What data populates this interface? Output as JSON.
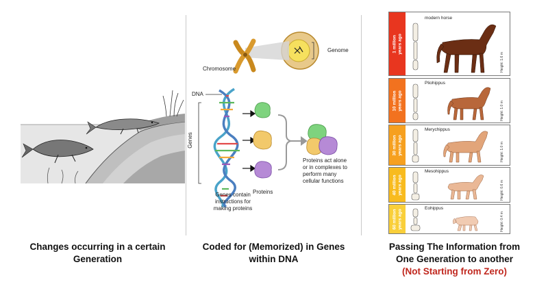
{
  "panels": {
    "left": {
      "caption_line1": "Changes occurring in a certain",
      "caption_line2": "Generation"
    },
    "middle": {
      "labels": {
        "genome": "Genome",
        "chromosome": "Chromosome",
        "dna": "DNA",
        "genes": "Genes",
        "proteins": "Proteins",
        "genes_note_1": "Genes contain",
        "genes_note_2": "instructions for",
        "genes_note_3": "making proteins",
        "proteins_note_1": "Proteins act alone",
        "proteins_note_2": "or in complexes to",
        "proteins_note_3": "perform many",
        "proteins_note_4": "cellular functions"
      },
      "caption_line1": "Coded for (Memorized) in Genes",
      "caption_line2": "within DNA"
    },
    "right": {
      "rows": [
        {
          "era_line1": "1 million",
          "era_line2": "years ago",
          "species": "modern horse",
          "height_line1": "Height:",
          "height_line2": "1.6 m",
          "era_color": "#e8361f"
        },
        {
          "era_line1": "10 million",
          "era_line2": "years ago",
          "species": "Pliohippus",
          "height_line1": "Height:",
          "height_line2": "1.0 m",
          "era_color": "#f2721f"
        },
        {
          "era_line1": "30 million",
          "era_line2": "years ago",
          "species": "Merychippus",
          "height_line1": "Height:",
          "height_line2": "1.0 m",
          "era_color": "#f6a01f"
        },
        {
          "era_line1": "40 million",
          "era_line2": "years ago",
          "species": "Mesohippus",
          "height_line1": "Height:",
          "height_line2": "0.6 m",
          "era_color": "#f8bb1f"
        },
        {
          "era_line1": "60 million",
          "era_line2": "years ago",
          "species": "Eohippus",
          "height_line1": "Height:",
          "height_line2": "0.4 m",
          "era_color": "#f9cf3a"
        }
      ],
      "caption_line1": "Passing The Information from",
      "caption_line2": "One Generation to another",
      "caption_line3": "(Not Starting from Zero)"
    }
  }
}
